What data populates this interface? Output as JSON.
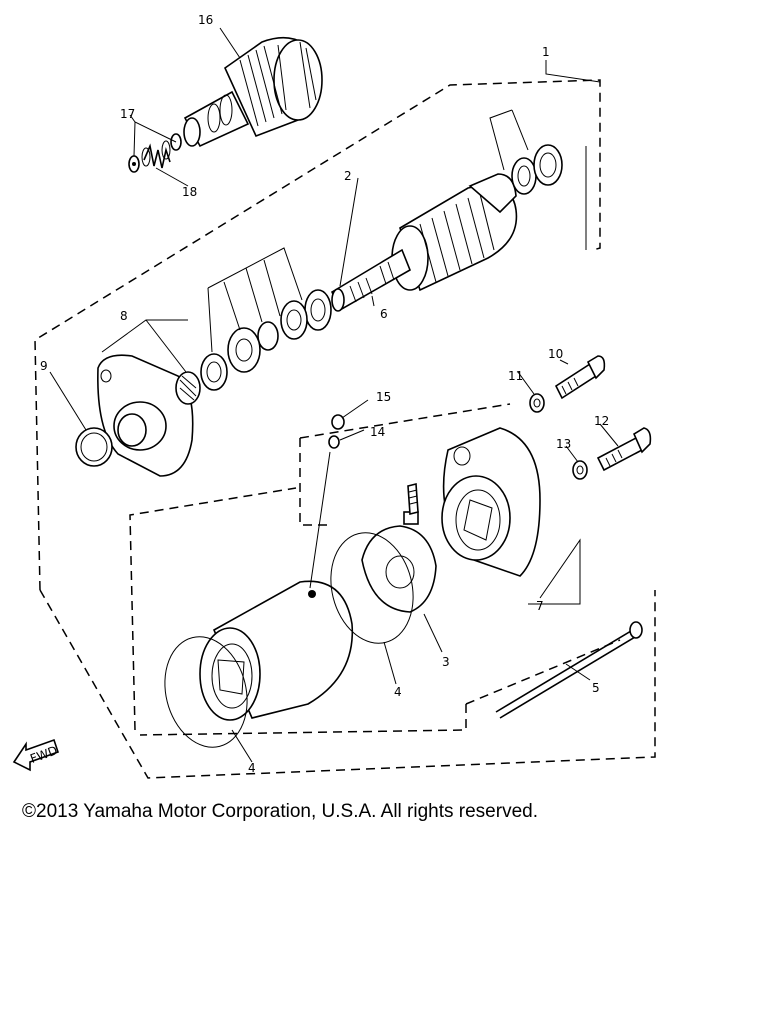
{
  "labels": {
    "part_1": "1",
    "part_2": "2",
    "part_3": "3",
    "part_4_upper": "4",
    "part_4_lower": "4",
    "part_5": "5",
    "part_6": "6",
    "part_7": "7",
    "part_8": "8",
    "part_9": "9",
    "part_10": "10",
    "part_11": "11",
    "part_12": "12",
    "part_13": "13",
    "part_14": "14",
    "part_15": "15",
    "part_16": "16",
    "part_17": "17",
    "part_18": "18",
    "fwd": "FWD"
  },
  "copyright": "©2013 Yamaha Motor Corporation, U.S.A. All rights reserved."
}
